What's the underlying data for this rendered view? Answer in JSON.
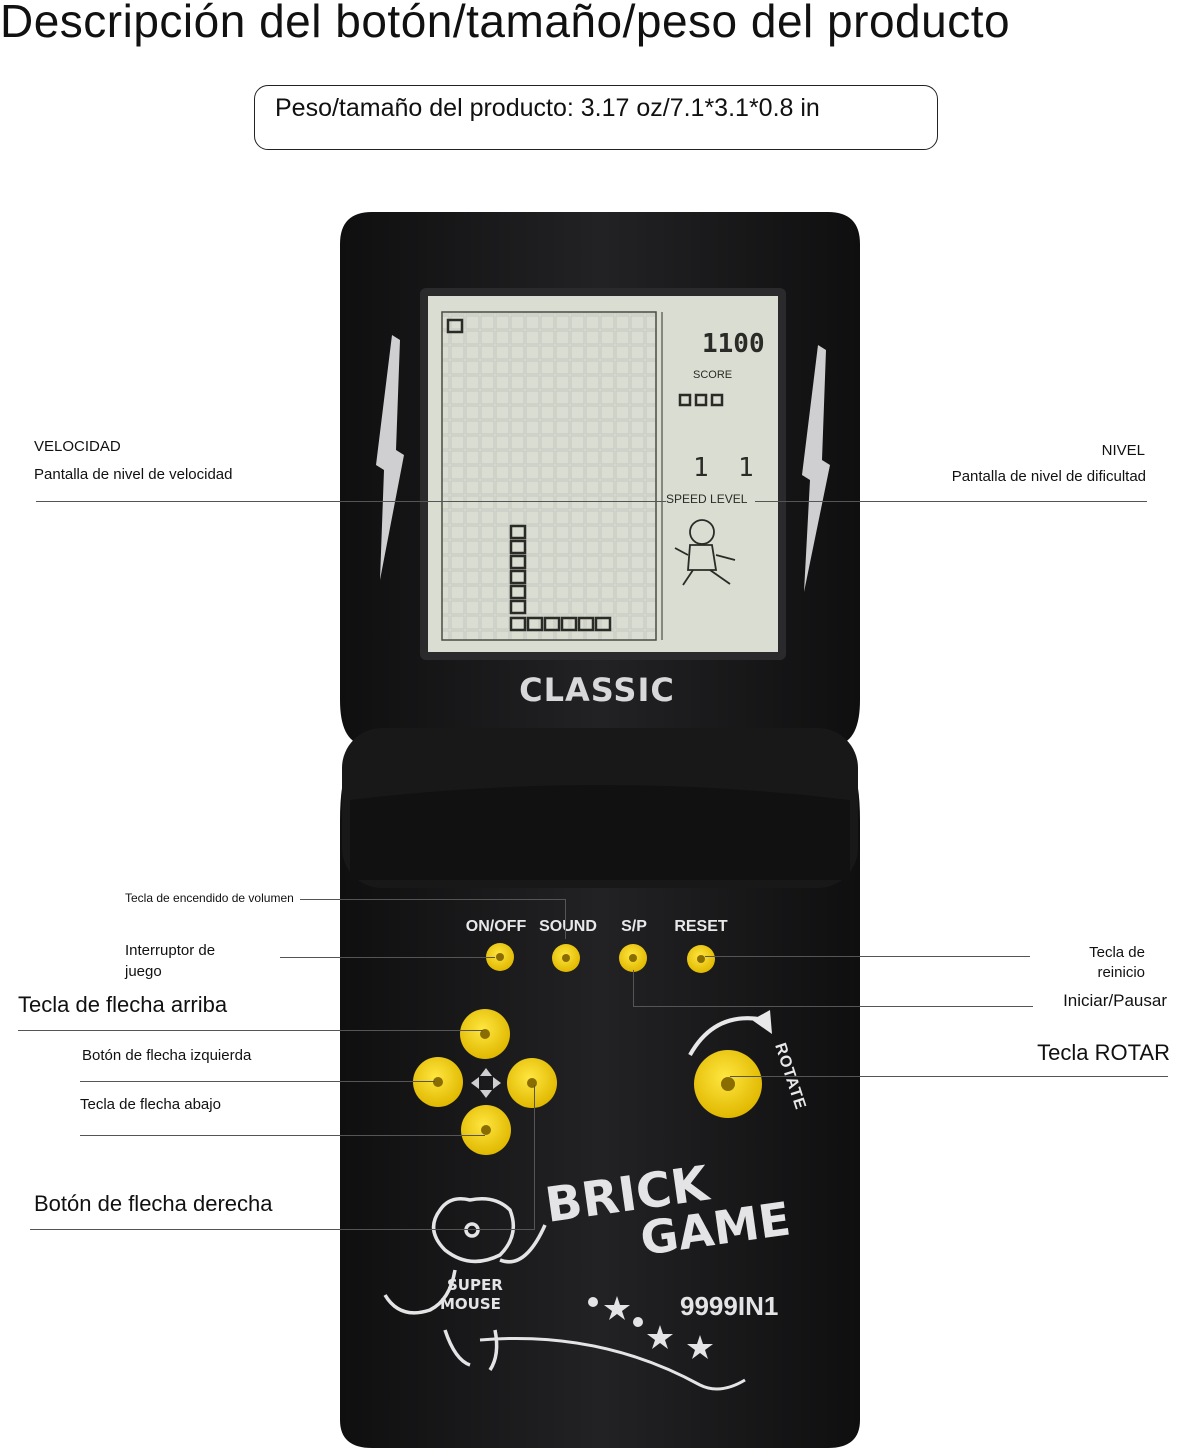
{
  "heading": "Descripción del botón/tamaño/peso del producto",
  "spec": "Peso/tamaño del producto: 3.17 oz/7.1*3.1*0.8 in",
  "labels": {
    "velocidad_title": "VELOCIDAD",
    "velocidad_desc": "Pantalla de nivel de velocidad",
    "nivel_title": "NIVEL",
    "nivel_desc": "Pantalla de nivel de dificultad",
    "volumen": "Tecla de encendido de volumen",
    "interruptor_1": "Interruptor de",
    "interruptor_2": "juego",
    "arriba": "Tecla de flecha arriba",
    "izquierda": "Botón de flecha izquierda",
    "abajo": "Tecla de flecha abajo",
    "derecha": "Botón de flecha derecha",
    "reinicio_1": "Tecla de",
    "reinicio_2": "reinicio",
    "pausar": "Iniciar/Pausar",
    "rotar": "Tecla ROTAR"
  },
  "device": {
    "brand": "CLASSIC",
    "score_digits": "1100",
    "score_label": "SCORE",
    "speed_level_label": "SPEED LEVEL",
    "buttons": [
      "ON/OFF",
      "SOUND",
      "S/P",
      "RESET"
    ],
    "rotate_label": "ROTATE",
    "game_line1": "BRICK",
    "game_line2": "GAME",
    "mascot_line1": "SUPER",
    "mascot_line2": "MOUSE",
    "model": "9999IN1"
  },
  "colors": {
    "body": "#1b1b1c",
    "lcd": "#d9ddd2",
    "button": "#f2d21b"
  }
}
